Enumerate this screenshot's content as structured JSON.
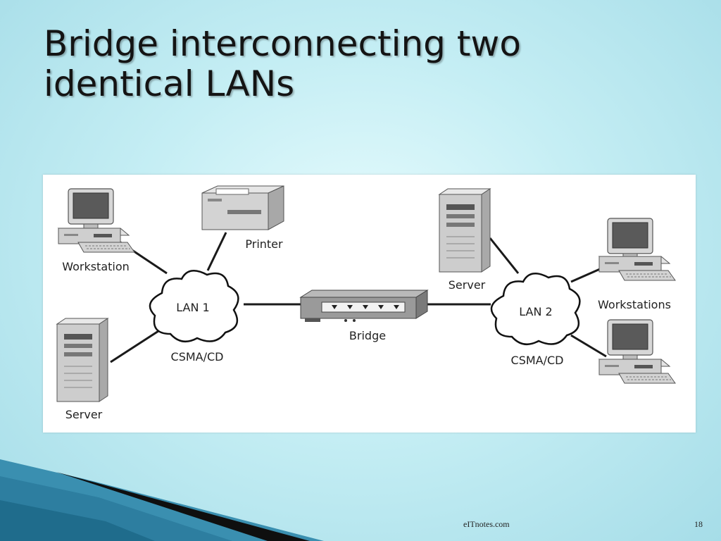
{
  "slide": {
    "title_line1": "Bridge interconnecting two",
    "title_line2": "identical LANs",
    "footer_site": "eITnotes.com",
    "page_number": "18"
  },
  "diagram": {
    "lan1": {
      "name": "LAN 1",
      "protocol": "CSMA/CD"
    },
    "lan2": {
      "name": "LAN 2",
      "protocol": "CSMA/CD"
    },
    "bridge_label": "Bridge",
    "lan1_devices": {
      "workstation": "Workstation",
      "printer": "Printer",
      "server": "Server"
    },
    "lan2_devices": {
      "server": "Server",
      "workstations": "Workstations"
    }
  }
}
